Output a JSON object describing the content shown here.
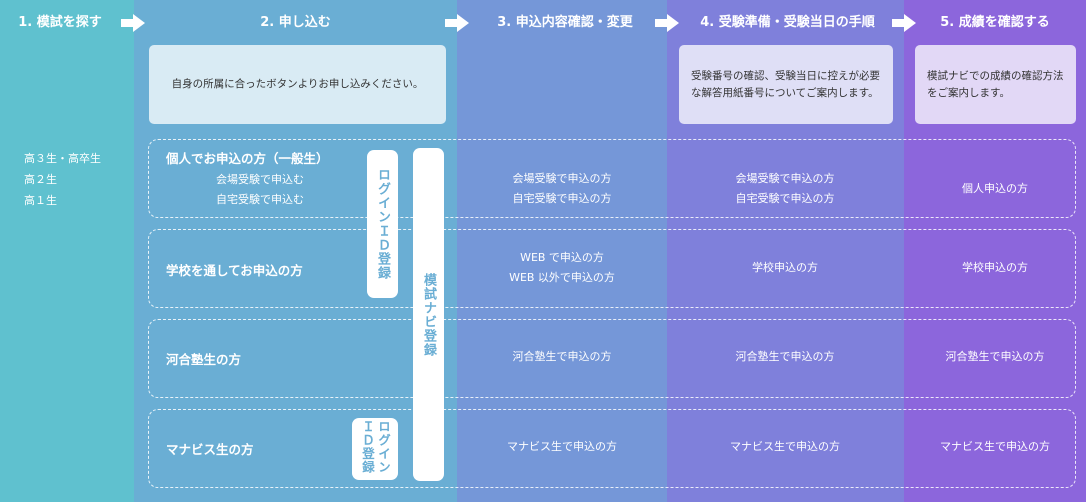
{
  "steps": [
    {
      "label": "1. 模試を探す"
    },
    {
      "label": "2. 申し込む"
    },
    {
      "label": "3. 申込内容確認・変更"
    },
    {
      "label": "4. 受験準備・受験当日の手順"
    },
    {
      "label": "5. 成績を確認する"
    }
  ],
  "notes": {
    "step2": "自身の所属に合ったボタンよりお申し込みください。",
    "step4": "受験番号の確認、受験当日に控えが必要な解答用紙番号についてご案内します。",
    "step5": "模試ナビでの成績の確認方法をご案内します。"
  },
  "grades": [
    "高３生・高卒生",
    "高２生",
    "高１生"
  ],
  "rows": {
    "individual": {
      "label": "個人でお申込の方（一般生）",
      "sub": [
        "会場受験で申込む",
        "自宅受験で申込む"
      ],
      "step3": [
        "会場受験で申込の方",
        "自宅受験で申込の方"
      ],
      "step4": [
        "会場受験で申込の方",
        "自宅受験で申込の方"
      ],
      "step5": [
        "個人申込の方"
      ]
    },
    "school": {
      "label": "学校を通してお申込の方",
      "step3": [
        "WEB で申込の方",
        "WEB 以外で申込の方"
      ],
      "step4": [
        "学校申込の方"
      ],
      "step5": [
        "学校申込の方"
      ]
    },
    "kawai": {
      "label": "河合塾生の方",
      "step3": [
        "河合塾生で申込の方"
      ],
      "step4": [
        "河合塾生で申込の方"
      ],
      "step5": [
        "河合塾生で申込の方"
      ]
    },
    "manabis": {
      "label": "マナビス生の方",
      "step3": [
        "マナビス生で申込の方"
      ],
      "step4": [
        "マナビス生で申込の方"
      ],
      "step5": [
        "マナビス生で申込の方"
      ]
    }
  },
  "buttons": {
    "login_id_1": "ログインＩＤ登録",
    "moshi_navi": "模試ナビ登録",
    "login_id_2": "ログインＩＤ登録"
  },
  "colors": {
    "step1": "#5fc1cf",
    "step2": "#6aaed4",
    "step3": "#7597d8",
    "step4": "#7f80db",
    "step5": "#8c66dc"
  }
}
